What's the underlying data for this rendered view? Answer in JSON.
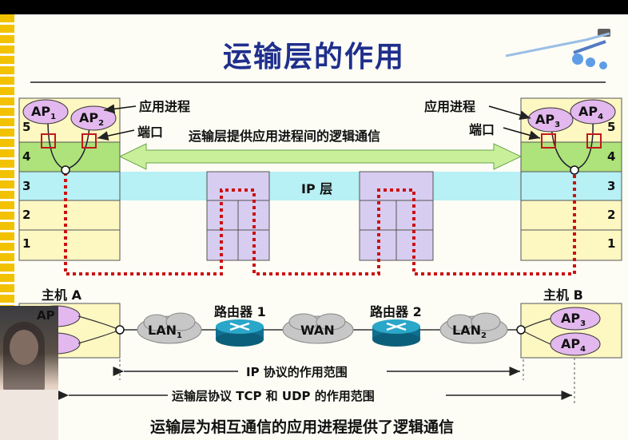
{
  "title": "运输层的作用",
  "labels": {
    "app_process_left": "应用进程",
    "app_process_right": "应用进程",
    "port_left": "端口",
    "port_right": "端口",
    "logical_comm": "运输层提供应用进程间的逻辑通信",
    "ip_layer": "IP 层",
    "host_a": "主机 A",
    "host_b": "主机 B",
    "router1": "路由器 1",
    "router2": "路由器 2",
    "lan1": "LAN",
    "lan1_sub": "1",
    "lan2": "LAN",
    "lan2_sub": "2",
    "wan": "WAN",
    "ip_scope": "IP 协议的作用范围",
    "transport_scope": "运输层协议 TCP 和 UDP 的作用范围",
    "caption": "运输层为相互通信的应用进程提供了逻辑通信"
  },
  "ap": {
    "ap1": "AP",
    "ap1_sub": "1",
    "ap2": "AP",
    "ap2_sub": "2",
    "ap3": "AP",
    "ap3_sub": "3",
    "ap4": "AP",
    "ap4_sub": "4",
    "ap3b": "AP",
    "ap3b_sub": "3",
    "ap4b": "AP",
    "ap4b_sub": "4",
    "apa_top": "AP"
  },
  "layers_left": [
    "5",
    "4",
    "3",
    "2",
    "1"
  ],
  "layers_right": [
    "5",
    "4",
    "3",
    "2",
    "1"
  ],
  "colors": {
    "title": "#1f2f8c",
    "layer5": "#fdf7c2",
    "layer4": "#aee27a",
    "layer3": "#b7f0f5",
    "host_fill": "#fdf7c2",
    "ap_bubble": "#e3b8ee",
    "router_block": "#d7cdf0",
    "dotted_path": "#cc1111",
    "arrow_fill": "#c9ef9b"
  }
}
